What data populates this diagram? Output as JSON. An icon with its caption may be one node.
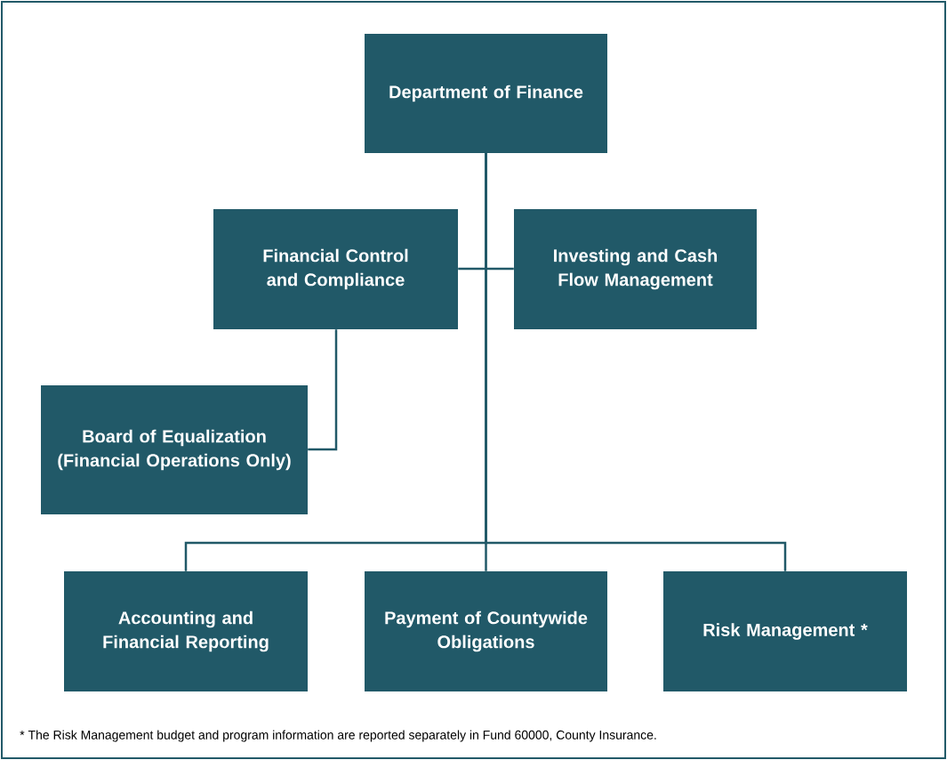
{
  "diagram": {
    "caption": "* The Risk Management budget and program information are reported separately in Fund 60000, County Insurance.",
    "nodes": [
      {
        "text": [
          "Department of Finance"
        ]
      },
      {
        "text": [
          "Financial Control and Compliance"
        ]
      },
      {
        "text": [
          "Investing and Cash Flow Management"
        ]
      },
      {
        "text": [
          "Board of Equalization (Financial Operations Only)"
        ]
      },
      {
        "text": [
          "Accounting and Financial Reporting"
        ]
      },
      {
        "text": [
          "Payment of Countywide Obligations"
        ]
      },
      {
        "text": [
          "Risk Management *"
        ]
      }
    ],
    "edges": [
      {
        "from": 0,
        "to": 1,
        "arrow": "none"
      },
      {
        "from": 0,
        "to": 2,
        "arrow": "none"
      },
      {
        "from": 1,
        "to": 3,
        "arrow": "none"
      },
      {
        "from": 0,
        "to": 4,
        "arrow": "none"
      },
      {
        "from": 0,
        "to": 5,
        "arrow": "none"
      },
      {
        "from": 0,
        "to": 6,
        "arrow": "none"
      }
    ]
  }
}
